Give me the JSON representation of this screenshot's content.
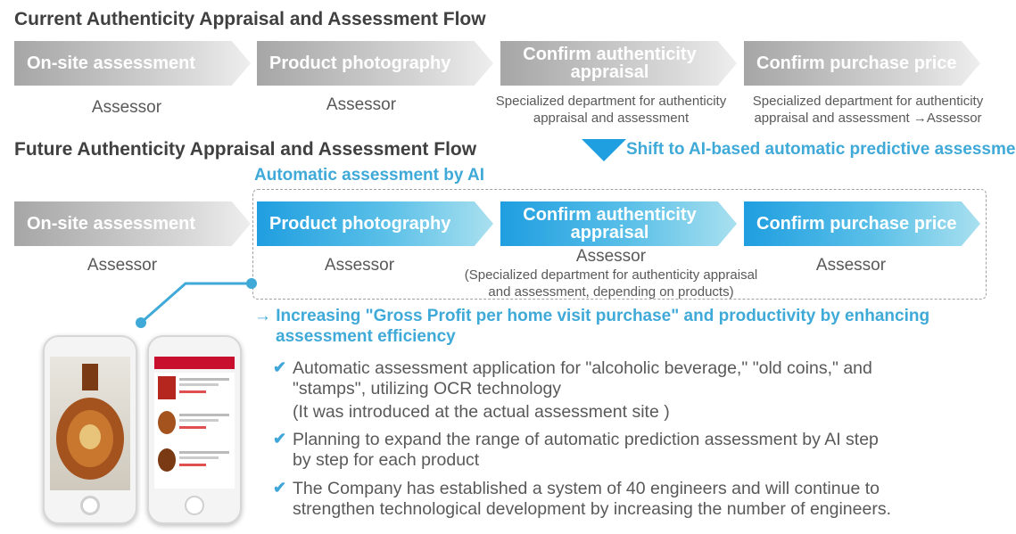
{
  "current": {
    "title": "Current Authenticity Appraisal and Assessment Flow",
    "steps": [
      {
        "label": "On-site assessment",
        "role": "Assessor"
      },
      {
        "label": "Product photography",
        "role": "Assessor"
      },
      {
        "label_line1": "Confirm authenticity",
        "label_line2": "appraisal",
        "role_line1": "Specialized  department  for authenticity",
        "role_line2": "appraisal  and assessment"
      },
      {
        "label": "Confirm purchase price",
        "role_line1": "Specialized  department  for authenticity",
        "role_line2": "appraisal  and assessment →Assessor"
      }
    ]
  },
  "shift": "Shift to AI-based automatic predictive assessment",
  "future": {
    "title": "Future Authenticity Appraisal and Assessment Flow",
    "ai_label": "Automatic assessment  by AI",
    "steps": [
      {
        "label": "On-site assessment",
        "role": "Assessor"
      },
      {
        "label": "Product photography",
        "role": "Assessor"
      },
      {
        "label_line1": "Confirm authenticity",
        "label_line2": "appraisal",
        "role": "Assessor",
        "note_line1": "(Specialized  department for authenticity appraisal",
        "note_line2": "and assessment, depending  on products)"
      },
      {
        "label": "Confirm purchase price",
        "role": "Assessor"
      }
    ]
  },
  "result_line1": "→ Increasing \"Gross Profit per home visit purchase\" and productivity by enhancing",
  "result_line2": "assessment  efficiency",
  "bullets": [
    {
      "line1": "Automatic assessment  application  for \"alcoholic beverage,\"  \"old coins,\"  and",
      "line2": "\"stamps\",  utilizing OCR technology",
      "line3": "(It was introduced  at the actual assessment  site )"
    },
    {
      "line1": "Planning  to expand the range of automatic prediction  assessment  by AI step",
      "line2": "by step for each product"
    },
    {
      "line1": "The Company  has established  a system of 40 engineers  and will continue to",
      "line2": "strengthen  technological  development  by increasing  the number of engineers."
    }
  ],
  "colors": {
    "blue_accent": "#3fa9d8",
    "gray_arrow": "#a6a6a6",
    "blue_arrow": "#1f9ee0"
  }
}
